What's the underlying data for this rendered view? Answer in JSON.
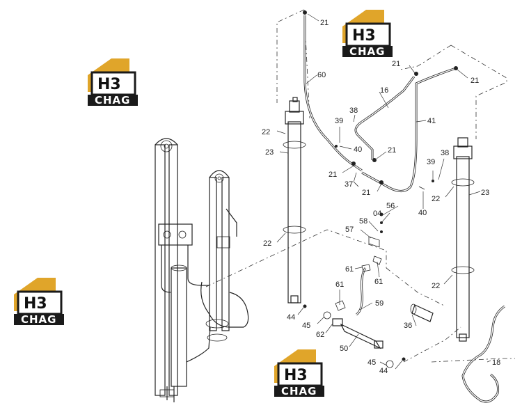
{
  "watermark": {
    "mark": "H3",
    "brand": "CHAG",
    "accent": "#e0a52a",
    "dark": "#1a1a1a"
  },
  "labels": {
    "p21a": "21",
    "p60": "60",
    "p16": "16",
    "p21b": "21",
    "p21c": "21",
    "p38a": "38",
    "p39a": "39",
    "p40a": "40",
    "p41": "41",
    "p21d": "21",
    "p21e": "21",
    "p37": "37",
    "p21f": "21",
    "p39b": "39",
    "p38b": "38",
    "p22a": "22",
    "p23a": "23",
    "p22b": "22",
    "p40b": "40",
    "p22c": "22",
    "p23b": "23",
    "p56": "56",
    "p04": "04",
    "p58": "58",
    "p57": "57",
    "p61a": "61",
    "p61b": "61",
    "p61c": "61",
    "p59": "59",
    "p22d": "22",
    "p44a": "44",
    "p45a": "45",
    "p62": "62",
    "p36": "36",
    "p50": "50",
    "p45b": "45",
    "p44b": "44",
    "p18": "18"
  },
  "colors": {
    "line": "#222222",
    "background": "#ffffff"
  }
}
